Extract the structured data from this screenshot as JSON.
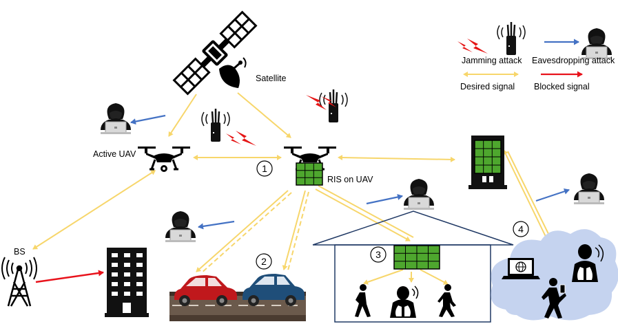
{
  "labels": {
    "satellite": "Satellite",
    "active_uav": "Active UAV",
    "ris_on_uav": "RIS on UAV",
    "bs": "BS"
  },
  "scenario_numbers": [
    "①",
    "②",
    "③",
    "④"
  ],
  "legend": {
    "jamming": "Jamming attack",
    "eavesdropping": "Eavesdropping attack",
    "desired": "Desired signal",
    "blocked": "Blocked signal"
  },
  "colors": {
    "desired_signal": "#f7d66b",
    "blocked_signal": "#e8121b",
    "eavesdrop_link": "#4472c4",
    "jamming_bolt": "#e51616",
    "ris_panel": "#4ea72e",
    "cloud": "#c5d3ef",
    "car_red": "#c0181c",
    "car_blue": "#1f4e79",
    "road": "#6b5a4c"
  },
  "icons": [
    "satellite-icon",
    "drone-icon",
    "ris-panel-icon",
    "hacker-icon",
    "jammer-icon",
    "lightning-icon",
    "building-icon",
    "cell-tower-icon",
    "car-icon",
    "house-icon",
    "pedestrian-icon",
    "lungs-icon",
    "laptop-icon",
    "cloud-icon"
  ]
}
